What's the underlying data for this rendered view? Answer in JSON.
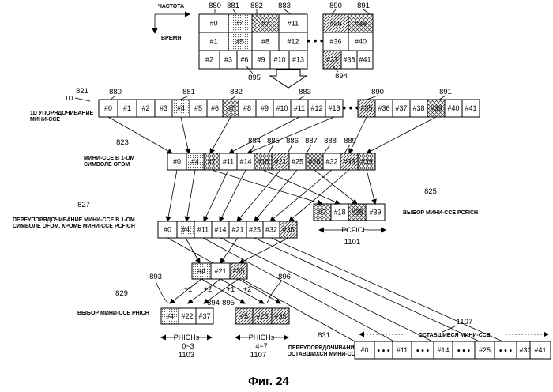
{
  "axis": {
    "frequency": "ЧАСТОТА",
    "time": "ВРЕМЯ"
  },
  "grid": {
    "refs": {
      "r880": "880",
      "r881": "881",
      "r882": "882",
      "r883": "883",
      "r890": "890",
      "r891": "891",
      "r895": "895",
      "r894": "894"
    },
    "rows": [
      [
        "#0",
        "#4",
        "#7",
        "#11",
        "#35",
        "#39"
      ],
      [
        "#1",
        "#5",
        "#8",
        "#12",
        "#36",
        "#40"
      ],
      [
        "#2",
        "#3",
        "#6",
        "#9",
        "#10",
        "#13",
        "#37",
        "#38",
        "#41"
      ]
    ]
  },
  "seq1d": {
    "ref_821": "821",
    "tag": "1D",
    "label": [
      "1D УПОРЯДОЧИВАНИЕ",
      "МИНИ-CCE"
    ],
    "refs": {
      "r880": "880",
      "r881": "881",
      "r882": "882",
      "r883": "883",
      "r890": "890",
      "r891": "891"
    },
    "cells_a": [
      "#0",
      "#1",
      "#2",
      "#3",
      "#4",
      "#5",
      "#6",
      "#7",
      "#8",
      "#9",
      "#10",
      "#11",
      "#12",
      "#13"
    ],
    "cells_b": [
      "#35",
      "#36",
      "#37",
      "#38",
      "#39",
      "#40",
      "#41"
    ]
  },
  "ofdm1": {
    "ref_823": "823",
    "label": [
      "МИНИ-CCE В 1-ОМ",
      "СИМВОЛЕ OFDM"
    ],
    "refs": [
      "884",
      "885",
      "886",
      "887",
      "888",
      "889"
    ],
    "cells": [
      "#0",
      "#4",
      "#7",
      "#11",
      "#14",
      "#18",
      "#21",
      "#25",
      "#28",
      "#32",
      "#35",
      "#39"
    ]
  },
  "pcfich": {
    "ref_825": "825",
    "label": "ВЫБОР МИНИ-CCE PCFICH",
    "cells": [
      "#7",
      "#18",
      "#28",
      "#39"
    ],
    "name": "PCFICH",
    "ref_1101": "1101"
  },
  "reorder": {
    "ref_827": "827",
    "label": [
      "ПЕРЕУПОРЯДОЧИВАНИЕ МИНИ-CCE В 1-ОМ",
      "СИМВОЛЕ OFDM, КРОМЕ МИНИ-CCE PCFICH"
    ],
    "cells": [
      "#0",
      "#4",
      "#11",
      "#14",
      "#21",
      "#25",
      "#32",
      "#35"
    ]
  },
  "phich": {
    "sel": [
      "#4",
      "#21",
      "#35"
    ],
    "ref_893": "893",
    "ref_896": "896",
    "ref_894": "894",
    "ref_895": "895",
    "ref_829": "829",
    "label": "ВЫБОР МИНИ-CCE PHICH",
    "offsets": [
      "+1",
      "+2",
      "+1",
      "+2"
    ],
    "group_a": [
      "#4",
      "#22",
      "#37"
    ],
    "group_b": [
      "#5",
      "#23",
      "#35"
    ],
    "phichs_a": "PHICHs",
    "range_a": "0~3",
    "ref_1103": "1103",
    "phichs_b": "PHICHs",
    "range_b": "4~7",
    "ref_1107b": "1107"
  },
  "remaining": {
    "ref_831": "831",
    "label": [
      "ПЕРЕУПОРЯДОЧИВАНИЕ",
      "ОСТАВШИХСЯ МИНИ-CCE"
    ],
    "ref_1107": "1107",
    "name": "ОСТАВШИЕСЯ МИНИ-CCE",
    "cells": [
      "#0",
      "#11",
      "#14",
      "#25",
      "#32",
      "#41"
    ]
  },
  "figure": "Фиг. 24"
}
